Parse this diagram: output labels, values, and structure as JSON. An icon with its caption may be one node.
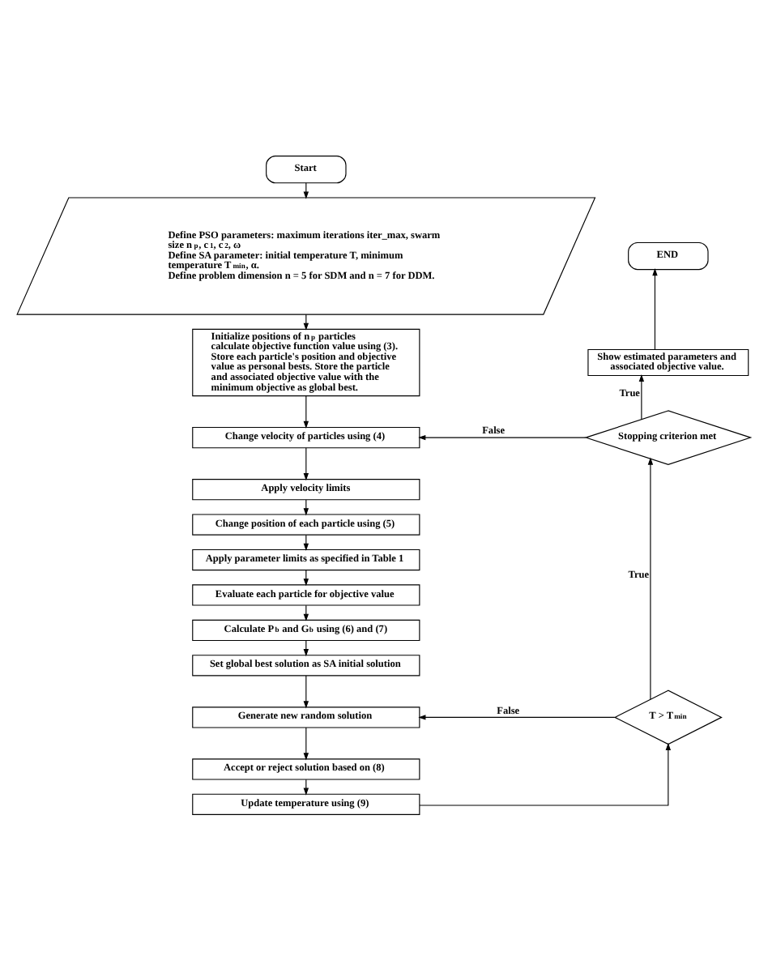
{
  "diagram": {
    "nodes": [
      {
        "text": [
          "Start"
        ]
      },
      {
        "text": [
          "Define PSO parameters: maximum iterations iter_max, swarm size n$_{p}$, c$_{1}$, c$_{2}$, ω",
          "Define SA parameter: initial temperature T, minimum temperature T$_{min}$, α.",
          "Define problem dimension n = 5 for SDM and n = 7 for DDM."
        ]
      },
      {
        "text": [
          "Initialize positions of n$_{p}$ particles calculate objective function value using (3). Store each particle's position and objective value as personal bests. Store the particle and associated objective value with the minimum objective as global best."
        ]
      },
      {
        "text": [
          "Change velocity of particles using (4)"
        ]
      },
      {
        "text": [
          "Apply velocity limits"
        ]
      },
      {
        "text": [
          "Change position of each particle using (5)"
        ]
      },
      {
        "text": [
          "Apply parameter limits as specified in Table 1"
        ]
      },
      {
        "text": [
          "Evaluate each particle for objective value"
        ]
      },
      {
        "text": [
          "Calculate P$_{b}$ and G$_{b}$ using (6) and (7)"
        ]
      },
      {
        "text": [
          "Set global best solution as SA initial solution"
        ]
      },
      {
        "text": [
          "Generate new random solution"
        ]
      },
      {
        "text": [
          "Accept or reject solution based on (8)"
        ]
      },
      {
        "text": [
          "Update temperature using (9)"
        ]
      },
      {
        "text": [
          "T > T$_{min}$"
        ]
      },
      {
        "text": [
          "Stopping criterion met"
        ]
      },
      {
        "text": [
          "Show estimated parameters and associated objective value."
        ]
      },
      {
        "text": [
          "END"
        ]
      }
    ],
    "edges": [
      {
        "from": 0,
        "to": 1,
        "arrow": "to"
      },
      {
        "from": 1,
        "to": 2,
        "arrow": "to"
      },
      {
        "from": 2,
        "to": 3,
        "arrow": "to"
      },
      {
        "from": 3,
        "to": 4,
        "arrow": "to"
      },
      {
        "from": 4,
        "to": 5,
        "arrow": "to"
      },
      {
        "from": 5,
        "to": 6,
        "arrow": "to"
      },
      {
        "from": 6,
        "to": 7,
        "arrow": "to"
      },
      {
        "from": 7,
        "to": 8,
        "arrow": "to"
      },
      {
        "from": 8,
        "to": 9,
        "arrow": "to"
      },
      {
        "from": 9,
        "to": 10,
        "arrow": "to"
      },
      {
        "from": 10,
        "to": 11,
        "arrow": "to"
      },
      {
        "from": 11,
        "to": 12,
        "arrow": "to"
      },
      {
        "from": 12,
        "to": 13,
        "arrow": "to"
      },
      {
        "from": 13,
        "to": 14,
        "arrow": "to",
        "label": "True"
      },
      {
        "from": 13,
        "to": 10,
        "arrow": "to",
        "label": "False"
      },
      {
        "from": 14,
        "to": 15,
        "arrow": "to",
        "label": "True"
      },
      {
        "from": 14,
        "to": 3,
        "arrow": "to",
        "label": "False"
      },
      {
        "from": 15,
        "to": 16,
        "arrow": "to"
      }
    ]
  }
}
